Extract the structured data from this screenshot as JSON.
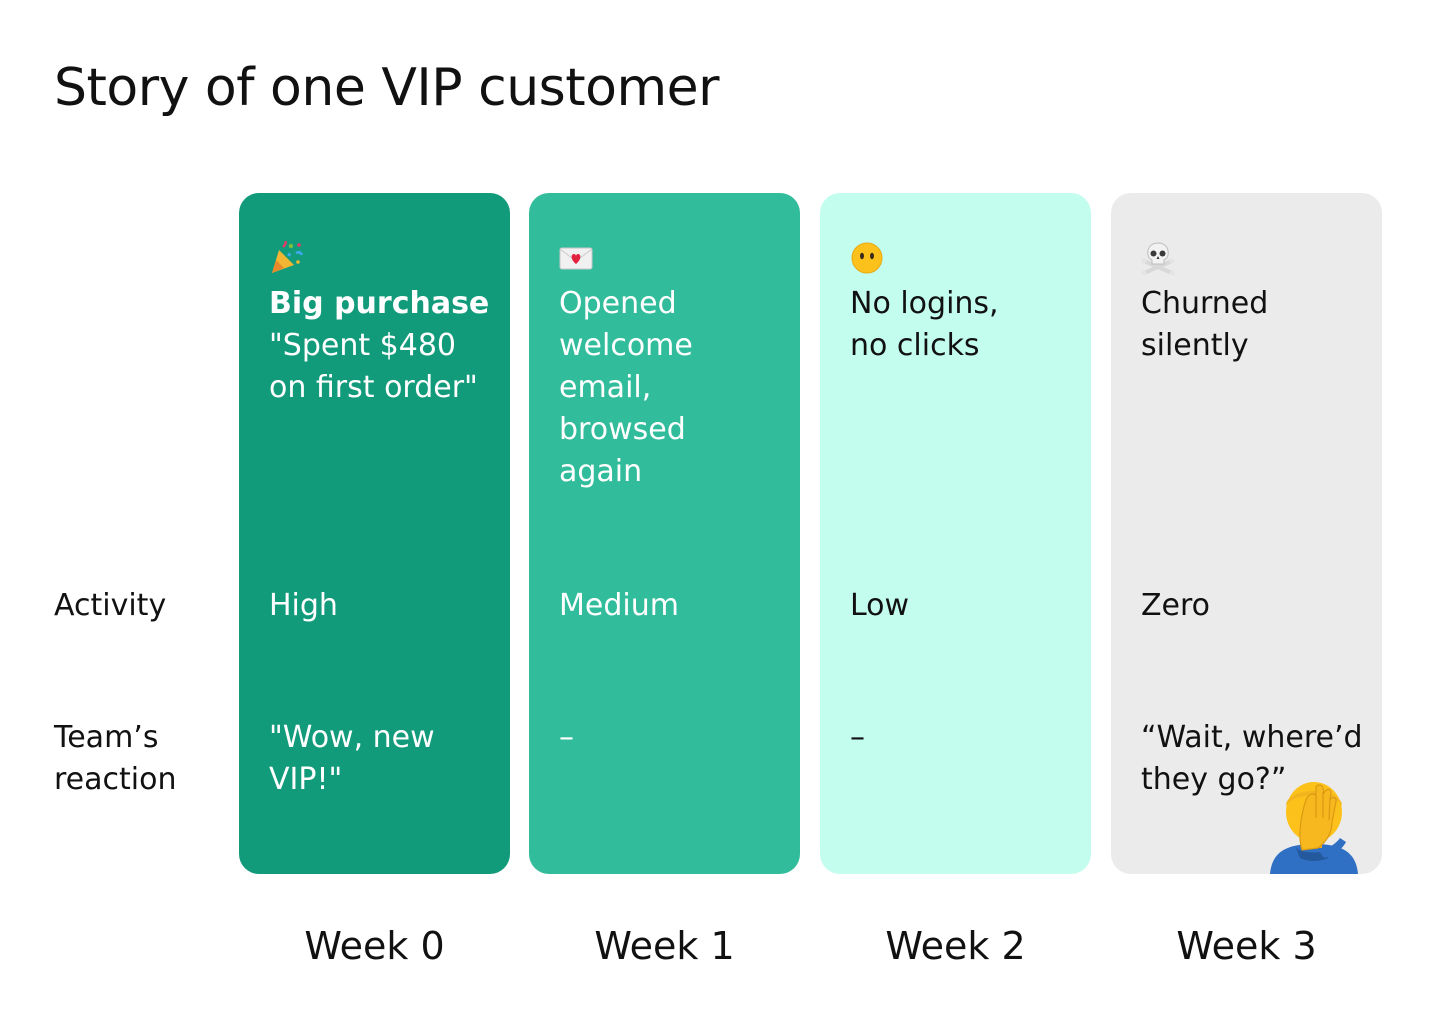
{
  "title": "Story of one VIP customer",
  "row_labels": {
    "activity": "Activity",
    "reaction": "Team’s\nreaction"
  },
  "columns": [
    {
      "week": "Week 0",
      "emoji": "party-popper-icon",
      "story_bold": "Big purchase",
      "story": "\"Spent $480\non first order\"",
      "activity": "High",
      "reaction": "\"Wow, new\nVIP!\"",
      "bg_color": "#129b7b",
      "text_color": "#ffffff"
    },
    {
      "week": "Week 1",
      "emoji": "love-letter-icon",
      "story_bold": "",
      "story": "Opened\nwelcome\nemail,\nbrowsed\nagain",
      "activity": "Medium",
      "reaction": "–",
      "bg_color": "#31bc9b",
      "text_color": "#ffffff"
    },
    {
      "week": "Week 2",
      "emoji": "face-without-mouth-icon",
      "story_bold": "",
      "story": "No logins,\nno clicks",
      "activity": "Low",
      "reaction": "–",
      "bg_color": "#c3fdee",
      "text_color": "#111111"
    },
    {
      "week": "Week 3",
      "emoji": "skull-and-crossbones-icon",
      "story_bold": "",
      "story": "Churned\nsilently",
      "activity": "Zero",
      "reaction": "“Wait, where’d\nthey go?”",
      "bg_color": "#ebebeb",
      "text_color": "#111111",
      "decoration": "person-facepalming-icon"
    }
  ]
}
